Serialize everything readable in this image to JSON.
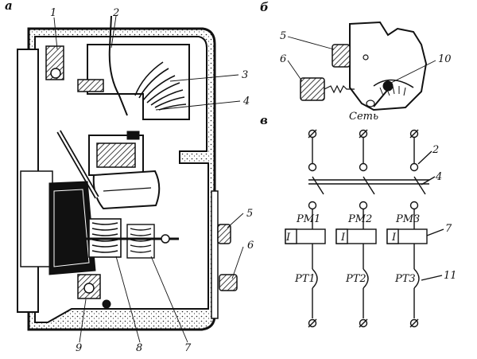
{
  "sections": {
    "a": "а",
    "b": "б",
    "v": "в"
  },
  "fig_a": {
    "callouts": {
      "c1": "1",
      "c2": "2",
      "c3": "3",
      "c4": "4",
      "c5": "5",
      "c6": "6",
      "c7": "7",
      "c8": "8",
      "c9": "9"
    }
  },
  "fig_b": {
    "callouts": {
      "c5": "5",
      "c6": "6",
      "c10": "10"
    }
  },
  "fig_v": {
    "network_label": "Сеть",
    "phases": [
      {
        "rm": "РМ1",
        "coil": "I",
        "pt": "РТ1"
      },
      {
        "rm": "РМ2",
        "coil": "I",
        "pt": "РТ2"
      },
      {
        "rm": "РМ3",
        "coil": "I",
        "pt": "РТ3"
      }
    ],
    "callouts": {
      "c2": "2",
      "c4": "4",
      "c7": "7",
      "c11": "11"
    }
  }
}
